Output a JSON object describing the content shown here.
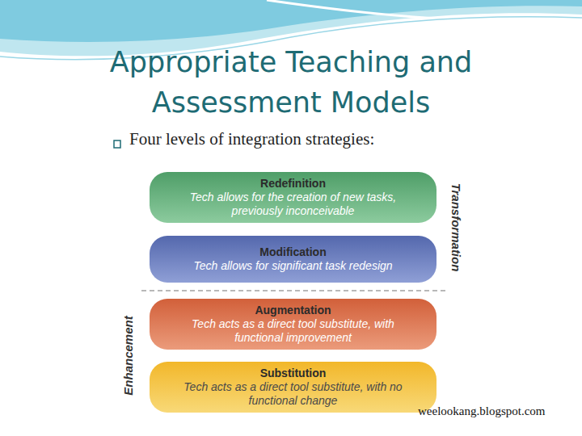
{
  "diagram": {
    "title": "Appropriate Teaching and Assessment Models",
    "nodes": [
      {
        "text": [
          "Redefinition",
          "Tech allows for the creation of new tasks, previously inconceivable"
        ]
      },
      {
        "text": [
          "Modification",
          "Tech allows for significant task redesign"
        ]
      },
      {
        "text": [
          "Augmentation",
          "Tech acts as a direct tool substitute, with functional improvement"
        ]
      },
      {
        "text": [
          "Substitution",
          "Tech acts as a direct tool substitute, with no functional change"
        ]
      }
    ],
    "labels": [
      "Four levels of integration strategies:",
      "Transformation",
      "Enhancement",
      "weelookang.blogspot.com"
    ]
  }
}
